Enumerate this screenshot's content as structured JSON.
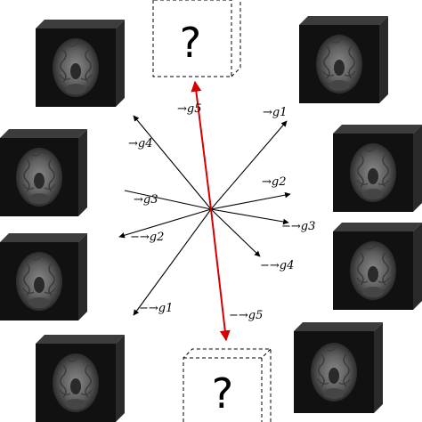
{
  "vectors": [
    {
      "label": "⃗g₁",
      "display": "g⃗1"
    },
    {
      "label": "g2"
    }
  ],
  "labels": {
    "g1": "→g1",
    "g2": "→g2",
    "g3": "→g3",
    "g4": "→g4",
    "g5": "→g5",
    "neg_g1": "−→g1",
    "neg_g2": "−→g2",
    "neg_g3": "−→g3",
    "neg_g4": "−→g4",
    "neg_g5": "−→g5"
  },
  "unknown_symbol": "?",
  "colors": {
    "axis_line": "#000000",
    "highlight": "#d40000",
    "cube_face": "#111111",
    "cube_side": "#2a2a2a",
    "cube_top": "#3c3c3c",
    "brain": "#6e6e6e"
  }
}
